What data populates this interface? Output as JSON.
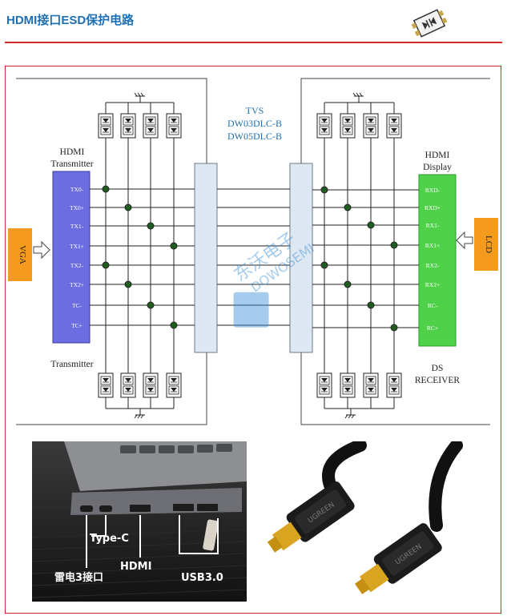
{
  "header": {
    "title": "HDMI接口ESD保护电路"
  },
  "diagram": {
    "tvs_label": "TVS",
    "part_a": "DW03DLC-B",
    "part_b": "DW05DLC-B",
    "left_title_1": "HDMI",
    "left_title_2": "Transmitter",
    "left_bottom": "Transmitter",
    "right_title_1": "HDMI",
    "right_title_2": "Display",
    "right_bottom_1": "DS",
    "right_bottom_2": "RECEIVER",
    "vga": "VGA",
    "lcd": "LCD",
    "tx_pins": [
      "TX0-",
      "TX0+",
      "TX1-",
      "TX1+",
      "TX2-",
      "TX2+",
      "TC-",
      "TC+"
    ],
    "rx_pins": [
      "RXD-",
      "RXD+",
      "RX1-",
      "RX1+",
      "RX2-",
      "RX2+",
      "RC-",
      "RC+"
    ],
    "watermark_cn": "东沃电子",
    "watermark_en": "DOWOSEMI"
  },
  "photo_left": {
    "label_tb3": "雷电3接口",
    "label_typec": "Type-C",
    "label_hdmi": "HDMI",
    "label_usb": "USB3.0"
  },
  "photo_right": {
    "cable_brand": "UGREEN"
  }
}
